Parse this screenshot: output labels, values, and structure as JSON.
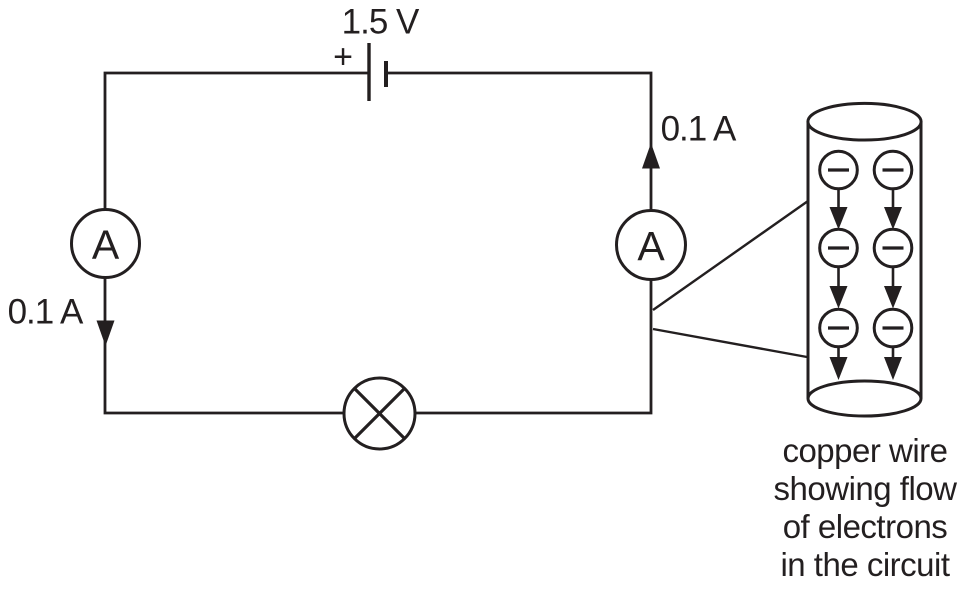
{
  "circuit": {
    "battery": {
      "voltage": "1.5 V",
      "polarity": "+"
    },
    "left_branch": {
      "ammeter_label": "A",
      "current_label": "0.1 A",
      "arrow_direction": "down"
    },
    "right_branch": {
      "ammeter_label": "A",
      "current_label": "0.1 A",
      "arrow_direction": "up"
    }
  },
  "inset": {
    "caption_lines": [
      "copper wire",
      "showing flow",
      "of electrons",
      "in the circuit"
    ],
    "electron_symbol": "−",
    "electron_columns": 2,
    "electron_rows": 3,
    "electron_arrow_direction": "down"
  },
  "colors": {
    "ink": "#231f20",
    "background": "#ffffff"
  }
}
